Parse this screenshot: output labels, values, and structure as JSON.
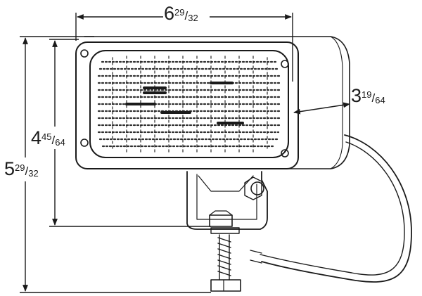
{
  "dimensions": {
    "width": {
      "whole": "6",
      "numerator": "29",
      "denominator": "32"
    },
    "depth": {
      "whole": "3",
      "numerator": "19",
      "denominator": "64"
    },
    "lamp_height": {
      "whole": "4",
      "numerator": "45",
      "denominator": "64"
    },
    "total_height": {
      "whole": "5",
      "numerator": "29",
      "denominator": "32"
    }
  },
  "colors": {
    "line": "#1a1a1a",
    "background": "#ffffff"
  }
}
